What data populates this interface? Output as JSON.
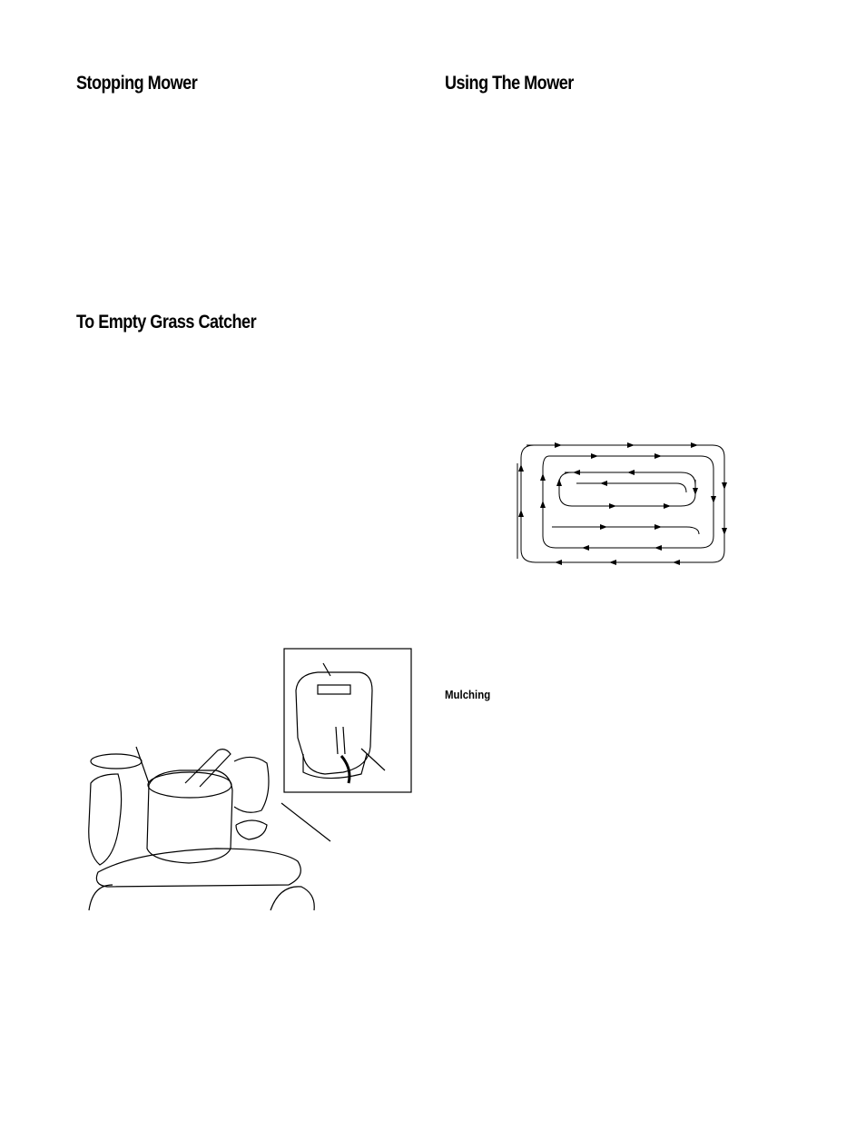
{
  "left_column": {
    "stopping_heading": "Stopping Mower",
    "empty_heading": "To Empty Grass Catcher"
  },
  "right_column": {
    "using_heading": "Using The Mower",
    "mulching_heading": "Mulching"
  },
  "colors": {
    "text": "#000000",
    "background": "#ffffff"
  }
}
